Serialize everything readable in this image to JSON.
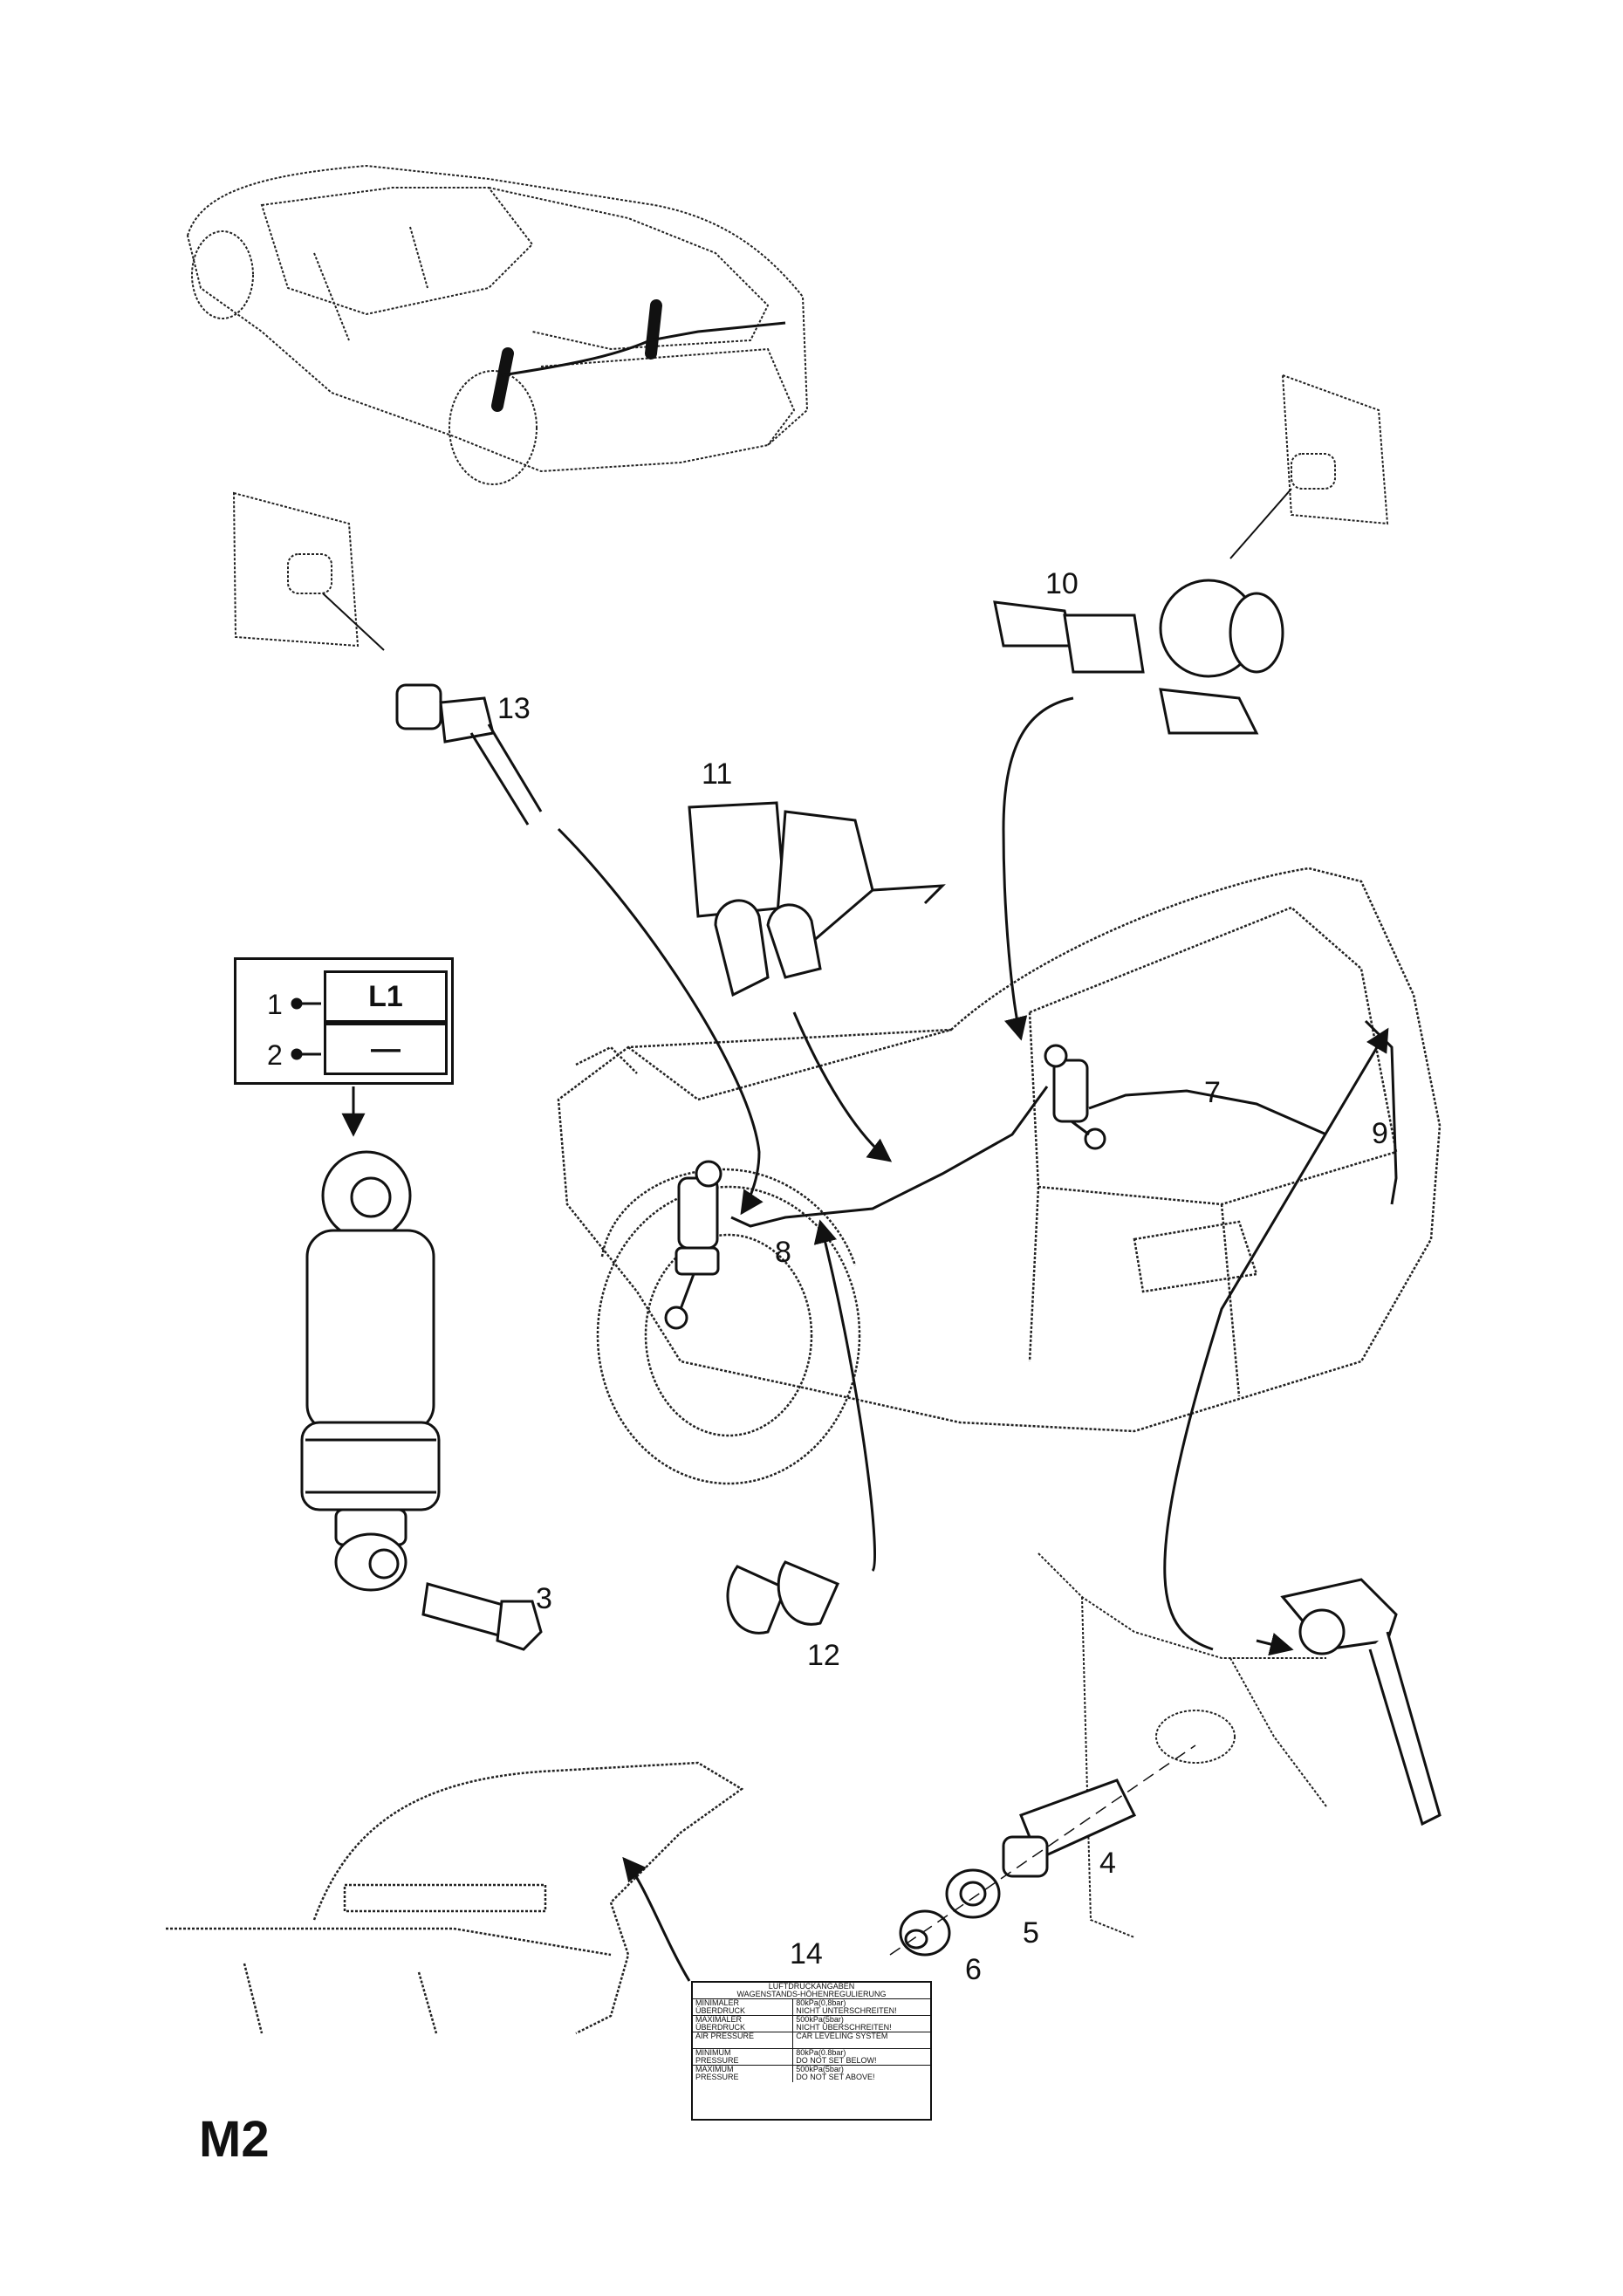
{
  "page_code": "M2",
  "callouts": [
    "1",
    "2",
    "3",
    "4",
    "5",
    "6",
    "7",
    "8",
    "9",
    "10",
    "11",
    "12",
    "13",
    "14"
  ],
  "variant_table": {
    "row1_code": "L1",
    "row2_code": "—"
  },
  "label_plate": {
    "title_de_1": "LUFTDRUCKANGABEN",
    "title_de_2": "WAGENSTANDS-HÖHENREGULIERUNG",
    "min_de_label_1": "MINIMALER",
    "min_de_label_2": "ÜBERDRUCK",
    "min_de_value_1": "80kPa(0,8bar)",
    "min_de_value_2": "NICHT UNTERSCHREITEN!",
    "max_de_label_1": "MAXIMALER",
    "max_de_label_2": "ÜBERDRUCK",
    "max_de_value_1": "500kPa(5bar)",
    "max_de_value_2": "NICHT ÜBERSCHREITEN!",
    "title_en_1": "AIR PRESSURE",
    "title_en_2": "CAR LEVELING SYSTEM",
    "min_en_label_1": "MINIMUM",
    "min_en_label_2": "PRESSURE",
    "min_en_value_1": "80kPa(0.8bar)",
    "min_en_value_2": "DO NOT SET BELOW!",
    "max_en_label_1": "MAXIMUM",
    "max_en_label_2": "PRESSURE",
    "max_en_value_1": "500kPa(5bar)",
    "max_en_value_2": "DO NOT SET ABOVE!"
  }
}
